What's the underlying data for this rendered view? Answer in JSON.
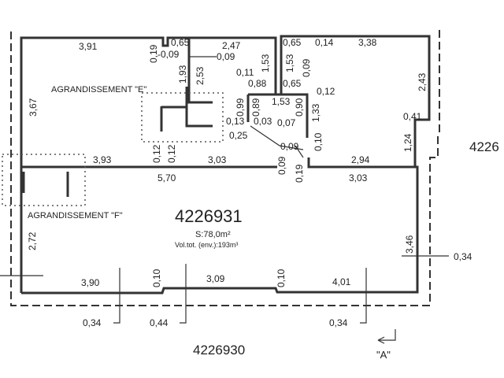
{
  "parcels": {
    "main": "4226931",
    "south": "4226930",
    "east": "4226"
  },
  "area": "S:78,0m²",
  "volume": "Vol.tot. (env.):193m³",
  "extensions": {
    "e": "AGRANDISSEMENT \"E\"",
    "f": "AGRANDISSEMENT \"F\""
  },
  "view_marker": "\"A\"",
  "dims": {
    "top_left": "3,91",
    "d019a": "0,19",
    "d065a": "0,65",
    "d009a": "-0,09",
    "d247": "2,47",
    "d009b": "0,09",
    "d193": "1,93",
    "d253": "2,53",
    "d153a": "1,53",
    "d011": "0,11",
    "d088": "0,88",
    "d065b": "0,65",
    "d065c": "0,65",
    "d014": "0,14",
    "d338": "3,38",
    "d153b": "1,53",
    "d009c": "0,09",
    "d012a": "0,12",
    "d153c": "1,53",
    "d099": "0,99",
    "d089": "0,89",
    "d090": "0,90",
    "d133": "1,33",
    "d013": "0,13",
    "d003": "0,03",
    "d007": "0,07",
    "d025": "0,25",
    "d009d": "0,09",
    "d243": "2,43",
    "d041": "0,41",
    "d124": "1,24",
    "d367": "3,67",
    "d393": "3,93",
    "d012b": "0,12",
    "d012c": "0,12",
    "d303a": "3,03",
    "d009e": "0,09",
    "d019b": "0,19",
    "d010a": "0,10",
    "d294": "2,94",
    "d570": "5,70",
    "d303b": "3,03",
    "d272": "2,72",
    "d346": "3,46",
    "d034r": "0,34",
    "d390": "3,90",
    "d010b": "0,10",
    "d309": "3,09",
    "d010c": "0,10",
    "d401": "4,01",
    "d034a": "0,34",
    "d044": "0,44",
    "d034b": "0,34"
  }
}
